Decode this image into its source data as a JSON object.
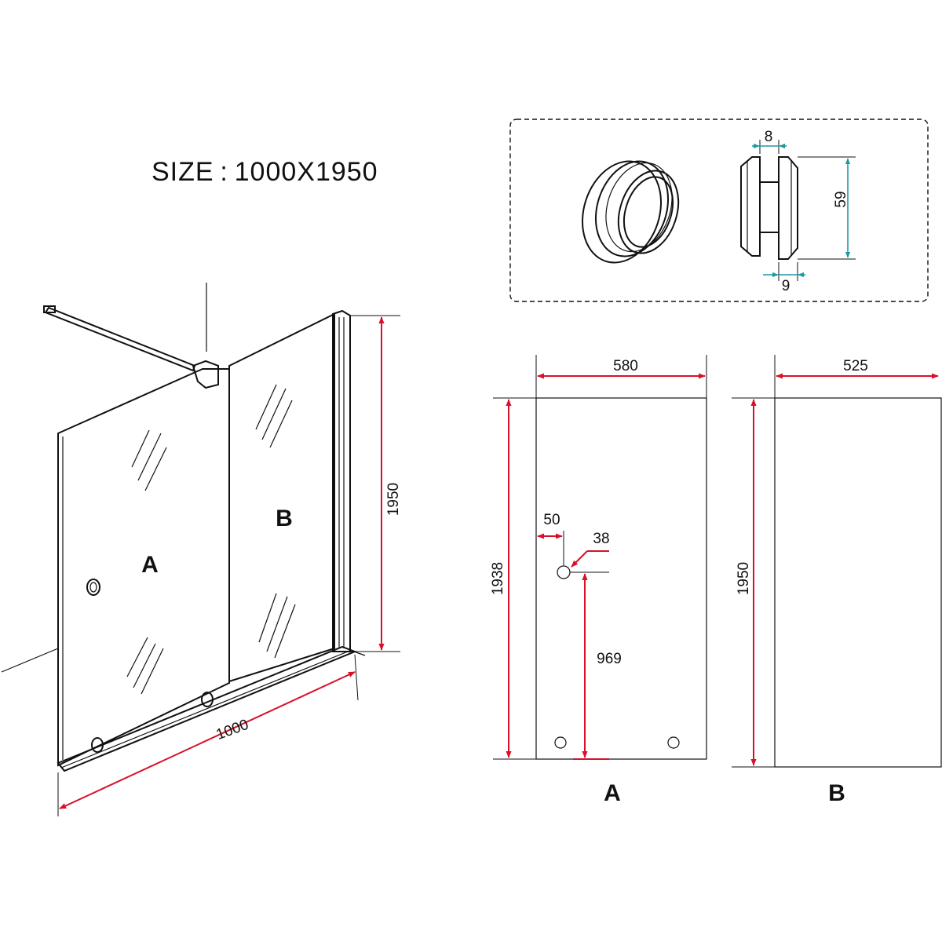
{
  "size_label": "SIZE : 1000X1950",
  "isometric": {
    "panel_a_label": "A",
    "panel_b_label": "B",
    "width_dim": "1000",
    "height_dim": "1950"
  },
  "knob_detail": {
    "dim_top": "8",
    "dim_bottom": "9",
    "dim_height": "59"
  },
  "panel_a": {
    "label": "A",
    "width": "580",
    "height": "1938",
    "hole_offset": "50",
    "hole_diameter": "38",
    "hole_height": "969"
  },
  "panel_b": {
    "label": "B",
    "width": "525",
    "height": "1950"
  },
  "colors": {
    "dimension": "#d8112a",
    "detail_dimension": "#1c9aa4",
    "line": "#111111"
  }
}
